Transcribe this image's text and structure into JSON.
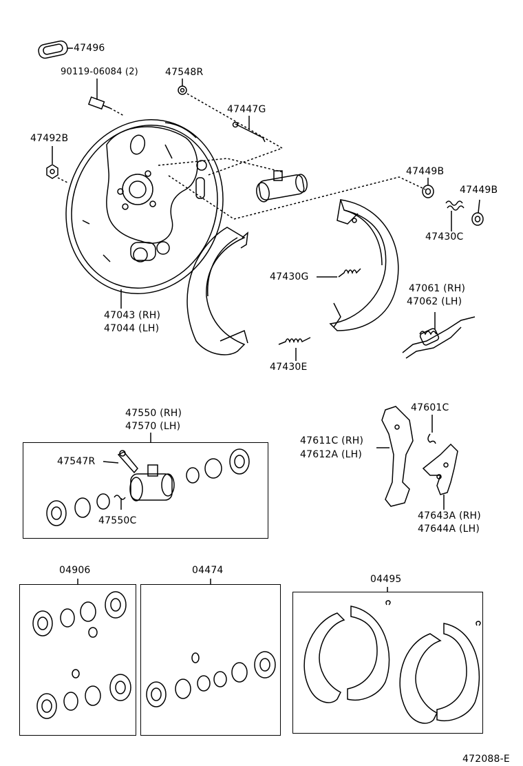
{
  "labels": {
    "p47496": "47496",
    "p90119": "90119-06084 (2)",
    "p47548r": "47548R",
    "p47447g": "47447G",
    "p47492b": "47492B",
    "p47449b_a": "47449B",
    "p47449b_b": "47449B",
    "p47430c": "47430C",
    "p47430g": "47430G",
    "p47061": "47061 (RH)",
    "p47062": "47062 (LH)",
    "p47043": "47043 (RH)",
    "p47044": "47044 (LH)",
    "p47430e": "47430E",
    "p47550": "47550 (RH)",
    "p47570": "47570 (LH)",
    "p47547r": "47547R",
    "p47550c": "47550C",
    "p47601c": "47601C",
    "p47611c": "47611C (RH)",
    "p47612a": "47612A (LH)",
    "p47643a": "47643A (RH)",
    "p47644a": "47644A (LH)",
    "k04906": "04906",
    "k04474": "04474",
    "k04495": "04495",
    "diagram_code": "472088-E"
  }
}
